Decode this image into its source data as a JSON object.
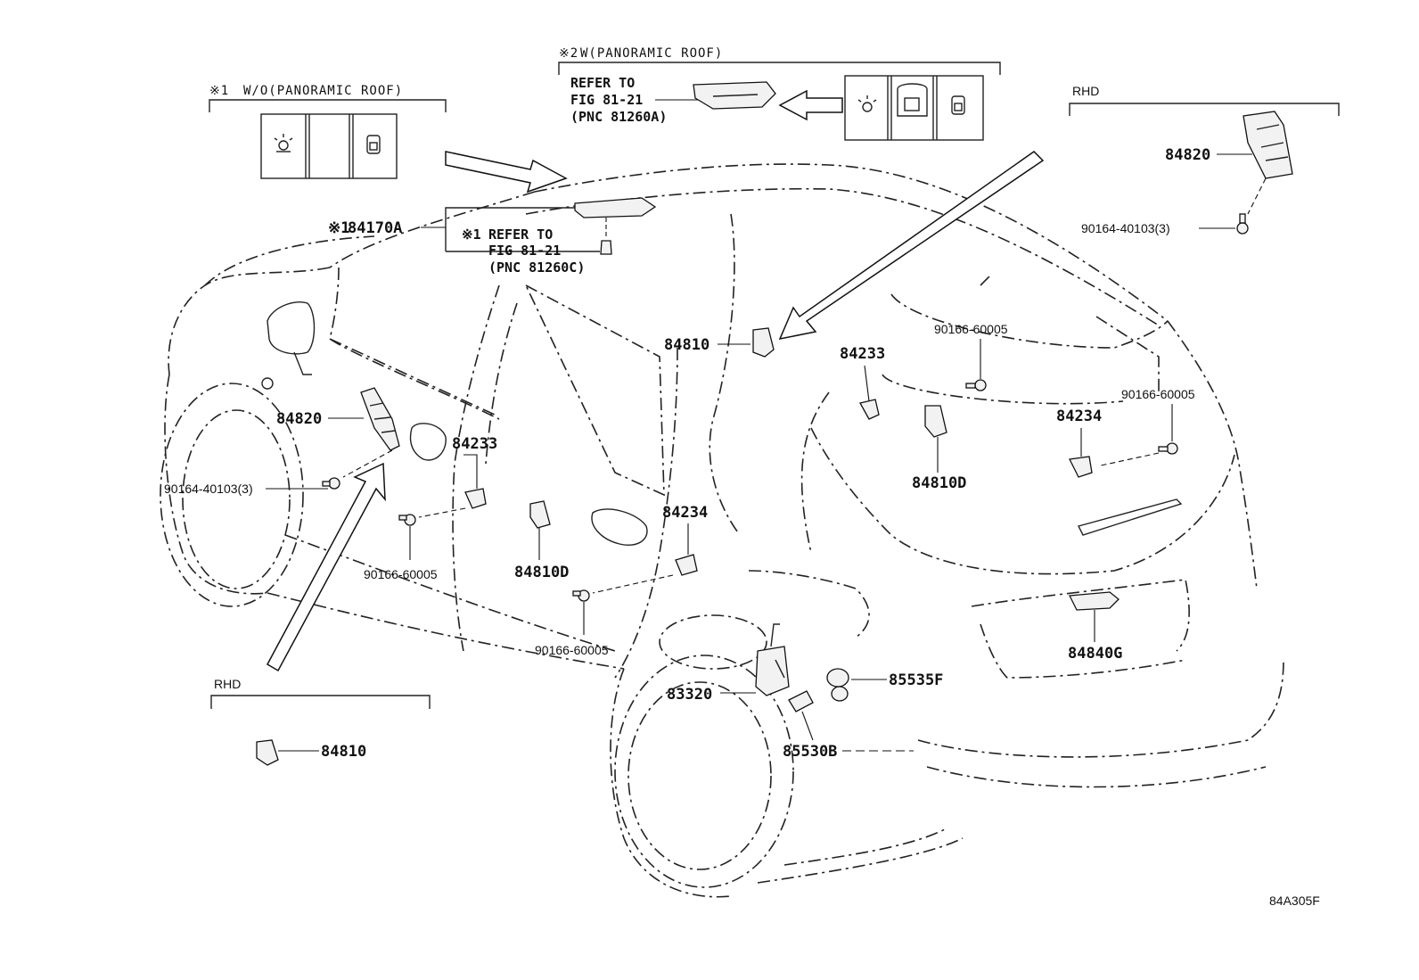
{
  "notes": {
    "note1_mark": "※1",
    "note1_text": "W/O(PANORAMIC ROOF)",
    "note2_mark": "※2",
    "note2_text": "W(PANORAMIC ROOF)",
    "rhd_top": "RHD",
    "rhd_bottom": "RHD"
  },
  "refer_panoramic": {
    "line1": "REFER TO",
    "line2": "FIG 81-21",
    "line3": "(PNC 81260A)"
  },
  "refer_standard": {
    "mark": "※1",
    "line1": "REFER TO",
    "line2": "FIG 81-21",
    "line3": "(PNC 81260C)"
  },
  "parts": {
    "p84170A_mark": "※1",
    "p84170A": "84170A",
    "p84820_rhd": "84820",
    "p90164_rhd": "90164-40103(3)",
    "p84810_roof": "84810",
    "p84233_rear": "84233",
    "p90166_rear_top": "90166-60005",
    "p90166_rear_right": "90166-60005",
    "p84234_rear": "84234",
    "p84810D_rear": "84810D",
    "p84820_front": "84820",
    "p84233_front": "84233",
    "p90164_front": "90164-40103(3)",
    "p90166_front": "90166-60005",
    "p84810D_front": "84810D",
    "p84234_front": "84234",
    "p90166_lower": "90166-60005",
    "p83320": "83320",
    "p85535F": "85535F",
    "p85530B": "85530B",
    "p84840G": "84840G",
    "p84810_rhd": "84810"
  },
  "diagram_code": "84A305F",
  "icons": [
    "lamp-icon",
    "door-lock-icon",
    "switch-panel-icon",
    "bolt-icon"
  ]
}
